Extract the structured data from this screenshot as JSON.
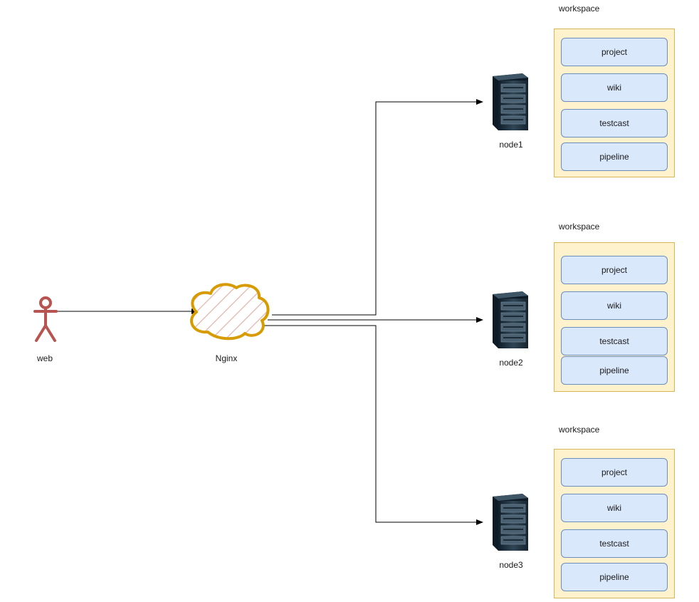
{
  "actor": {
    "label": "web"
  },
  "gateway": {
    "label": "Nginx"
  },
  "nodes": [
    {
      "label": "node1"
    },
    {
      "label": "node2"
    },
    {
      "label": "node3"
    }
  ],
  "workspaces": [
    {
      "title": "workspace",
      "modules": [
        "project",
        "wiki",
        "testcast",
        "pipeline"
      ]
    },
    {
      "title": "workspace",
      "modules": [
        "project",
        "wiki",
        "testcast",
        "pipeline"
      ]
    },
    {
      "title": "workspace",
      "modules": [
        "project",
        "wiki",
        "testcast",
        "pipeline"
      ]
    }
  ],
  "colors": {
    "actor": "#b85450",
    "cloud_stroke": "#d79b00",
    "cloud_hatch": "#e6b8b0",
    "workspace_fill": "#fff2cc",
    "workspace_stroke": "#d6b656",
    "module_fill": "#dae8fc",
    "module_stroke": "#6c8ebf",
    "connector": "#000000"
  },
  "icons": {
    "actor": "stick-figure-icon",
    "gateway": "cloud-icon",
    "node": "server-rack-icon"
  }
}
